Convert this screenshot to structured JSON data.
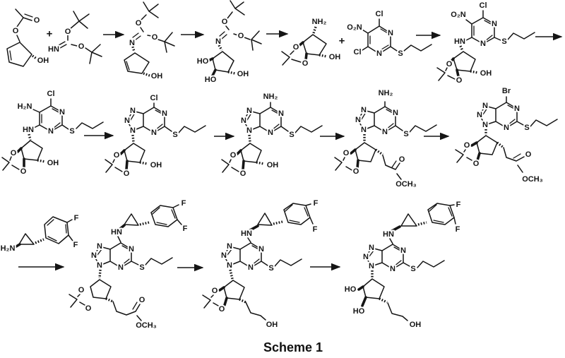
{
  "figure": {
    "caption": "Scheme 1",
    "plus": "+"
  },
  "compounds": {
    "c1": {
      "labels": [
        "O",
        "O",
        "OH"
      ]
    },
    "c2": {
      "labels": [
        "O",
        "HN",
        "O"
      ]
    },
    "c3": {
      "labels": [
        "O",
        "N",
        "O",
        "OH"
      ]
    },
    "c4": {
      "labels": [
        "O",
        "N",
        "O",
        "HO",
        "HO",
        "OH"
      ]
    },
    "c5": {
      "labels": [
        "NH₂",
        "O",
        "O",
        "OH"
      ]
    },
    "c6": {
      "labels": [
        "Cl",
        "O₂N",
        "Cl",
        "N",
        "N",
        "S"
      ]
    },
    "c7": {
      "labels": [
        "Cl",
        "O₂N",
        "HN",
        "N",
        "N",
        "S",
        "O",
        "O",
        "OH"
      ]
    },
    "c8": {
      "labels": [
        "Cl",
        "H₂N",
        "HN",
        "N",
        "N",
        "S",
        "O",
        "O",
        "OH"
      ]
    },
    "c9": {
      "labels": [
        "Cl",
        "N",
        "N",
        "N",
        "N",
        "N",
        "S",
        "O",
        "O",
        "OH"
      ]
    },
    "c10": {
      "labels": [
        "NH₂",
        "N",
        "N",
        "N",
        "N",
        "N",
        "S",
        "O",
        "O",
        "OH"
      ]
    },
    "c11": {
      "labels": [
        "NH₂",
        "N",
        "N",
        "N",
        "N",
        "N",
        "S",
        "O",
        "O",
        "O",
        "OCH₃"
      ]
    },
    "c12": {
      "labels": [
        "Br",
        "N",
        "N",
        "N",
        "N",
        "N",
        "S",
        "O",
        "O",
        "O",
        "OCH₃"
      ]
    },
    "c13": {
      "labels": [
        "H₂N",
        "F",
        "F"
      ]
    },
    "c14": {
      "labels": [
        "HN",
        "F",
        "F",
        "N",
        "N",
        "N",
        "N",
        "N",
        "S",
        "O",
        "O",
        "O",
        "OCH₃"
      ]
    },
    "c15": {
      "labels": [
        "HN",
        "F",
        "F",
        "N",
        "N",
        "N",
        "N",
        "N",
        "S",
        "O",
        "O",
        "OH"
      ]
    },
    "c16": {
      "labels": [
        "HN",
        "F",
        "F",
        "N",
        "N",
        "N",
        "N",
        "N",
        "S",
        "HO",
        "HO",
        "OH"
      ]
    }
  }
}
